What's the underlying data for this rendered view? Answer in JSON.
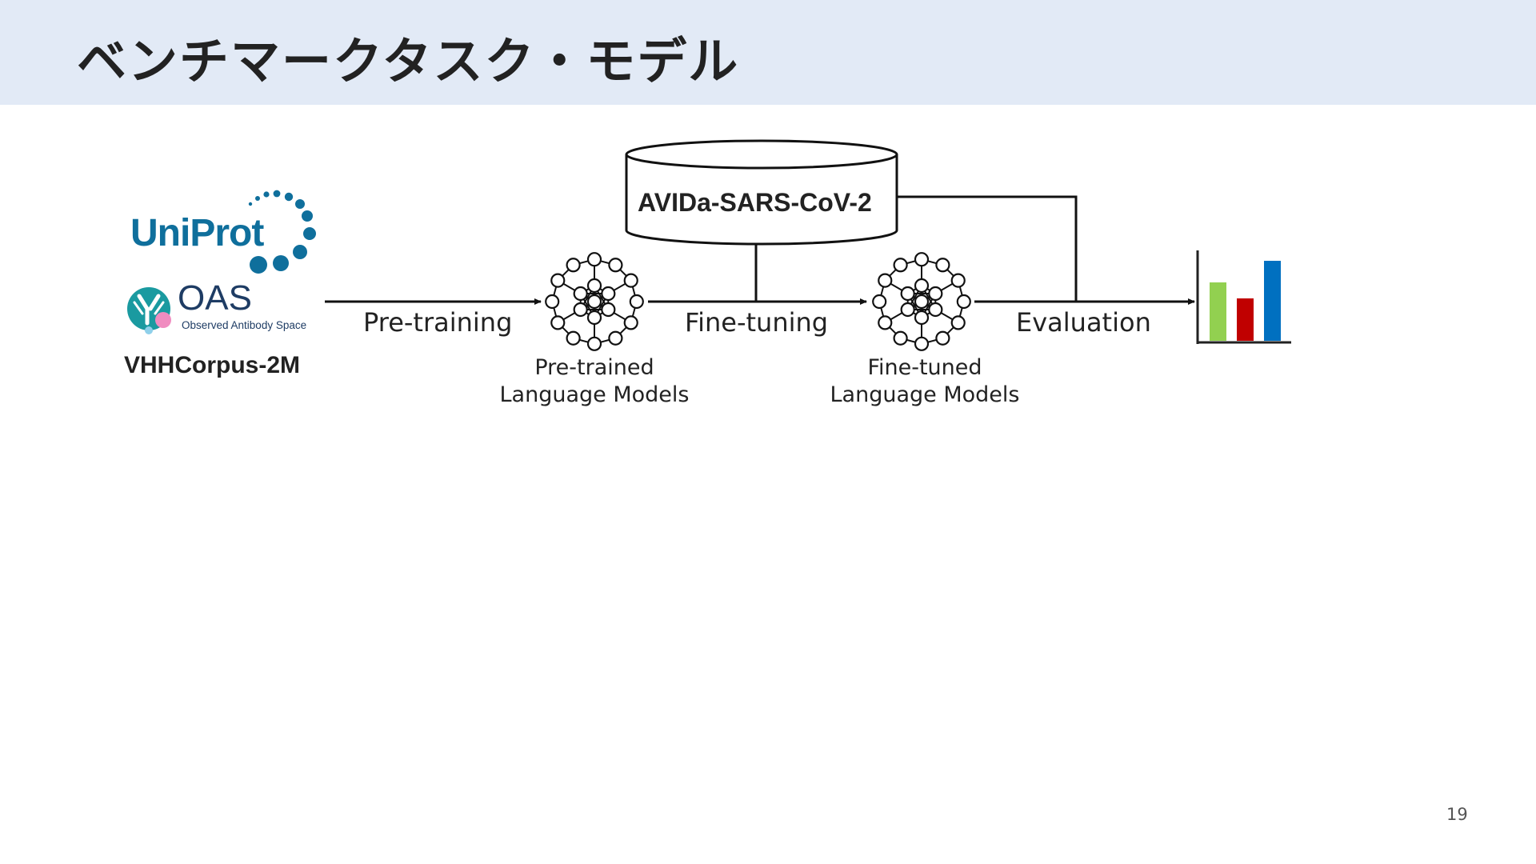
{
  "slide": {
    "title": "ベンチマークタスク・モデル",
    "page_number": "19"
  },
  "sources": {
    "uniprot_logo_text": "UniProt",
    "oas_logo_text": "OAS",
    "oas_logo_subtitle": "Observed Antibody Space",
    "corpus_name": "VHHCorpus-2M"
  },
  "database": {
    "name": "AVIDa-SARS-CoV-2"
  },
  "stages": {
    "pretraining": "Pre-training",
    "finetuning": "Fine-tuning",
    "evaluation": "Evaluation"
  },
  "models": {
    "pretrained_line1": "Pre-trained",
    "pretrained_line2": "Language Models",
    "finetuned_line1": "Fine-tuned",
    "finetuned_line2": "Language Models"
  },
  "icons": {
    "neural_network": "neural-network-icon",
    "database": "database-cylinder-icon",
    "bar_chart": "bar-chart-icon"
  },
  "colors": {
    "title_background": "#e2eaf6",
    "uniprot_blue": "#0f6f9c",
    "oas_teal": "#1a9aa0",
    "oas_pink": "#f08cc0",
    "bar_green": "#92d050",
    "bar_red": "#c00000",
    "bar_blue": "#0070c0"
  }
}
